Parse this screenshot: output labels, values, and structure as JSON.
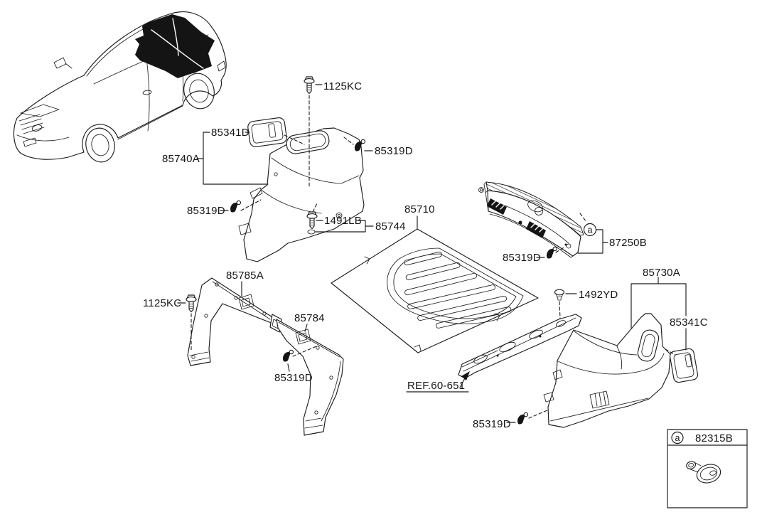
{
  "figure": {
    "type": "automotive-parts-diagram",
    "subject": "luggage compartment trim",
    "colors": {
      "line": "#1c1c1c",
      "background": "#ffffff",
      "highlight": "#000000"
    },
    "callout_marker": "a",
    "legend": {
      "marker": "a",
      "part_number": "82315B"
    },
    "labels": {
      "bolt_top": "1125KC",
      "bracket_left": "85341D",
      "quarter_trim_left": "85740A",
      "clip_right": "85319D",
      "clip_left": "85319D",
      "screw_1491": "1491LB",
      "bracket_85744": "85744",
      "mat": "85710",
      "sill_trim": "87250B",
      "clip_mid": "85319D",
      "quarter_trim_right": "85730A",
      "clip_1492": "1492YD",
      "bracket_right": "85341C",
      "side_trim_a": "85785A",
      "bolt_bottom": "1125KC",
      "side_trim_b": "85784",
      "clip_bottom_left": "85319D",
      "ref_60_651": "REF.60-651",
      "clip_bottom": "85319D"
    }
  }
}
